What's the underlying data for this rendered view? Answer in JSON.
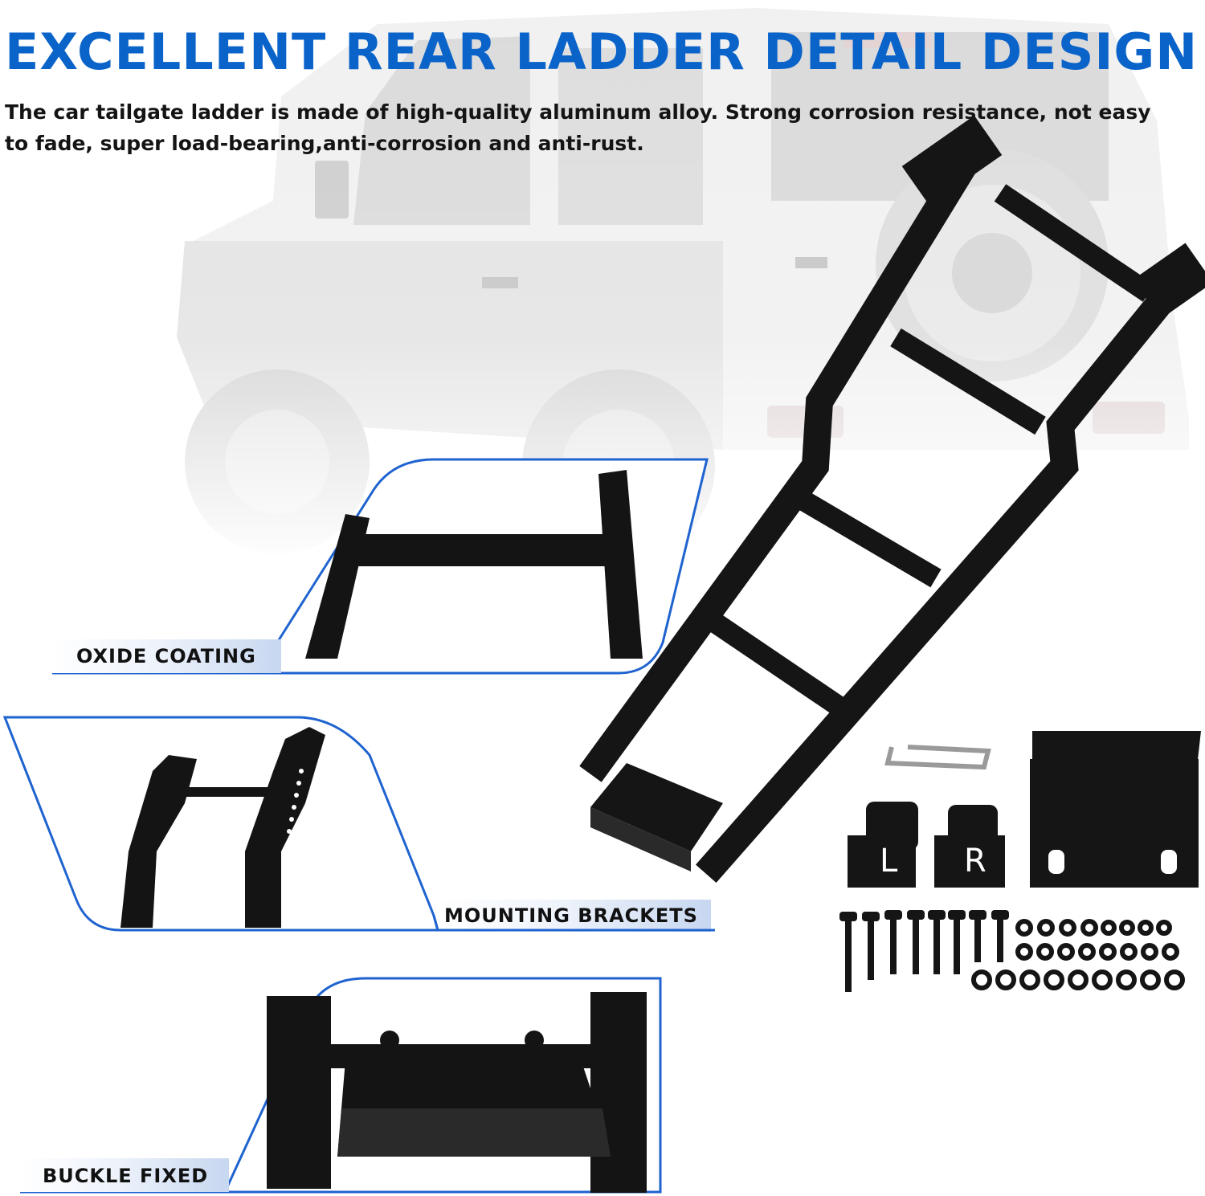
{
  "header": {
    "title": "EXCELLENT REAR LADDER DETAIL DESIGN",
    "description": "The car tailgate ladder is made of high-quality aluminum alloy. Strong corrosion resistance, not easy to fade, super load-bearing,anti-corrosion and anti-rust."
  },
  "details": [
    {
      "label": "OXIDE COATING"
    },
    {
      "label": "MOUNTING BRACKETS"
    },
    {
      "label": "BUCKLE FIXED"
    }
  ],
  "hardware": {
    "left_bracket_letter": "L",
    "right_bracket_letter": "R"
  },
  "colors": {
    "accent": "#0a63c9",
    "detail_border": "#1e63cf",
    "ladder": "#151515",
    "vehicle_ghost": "#d6d6d6"
  }
}
